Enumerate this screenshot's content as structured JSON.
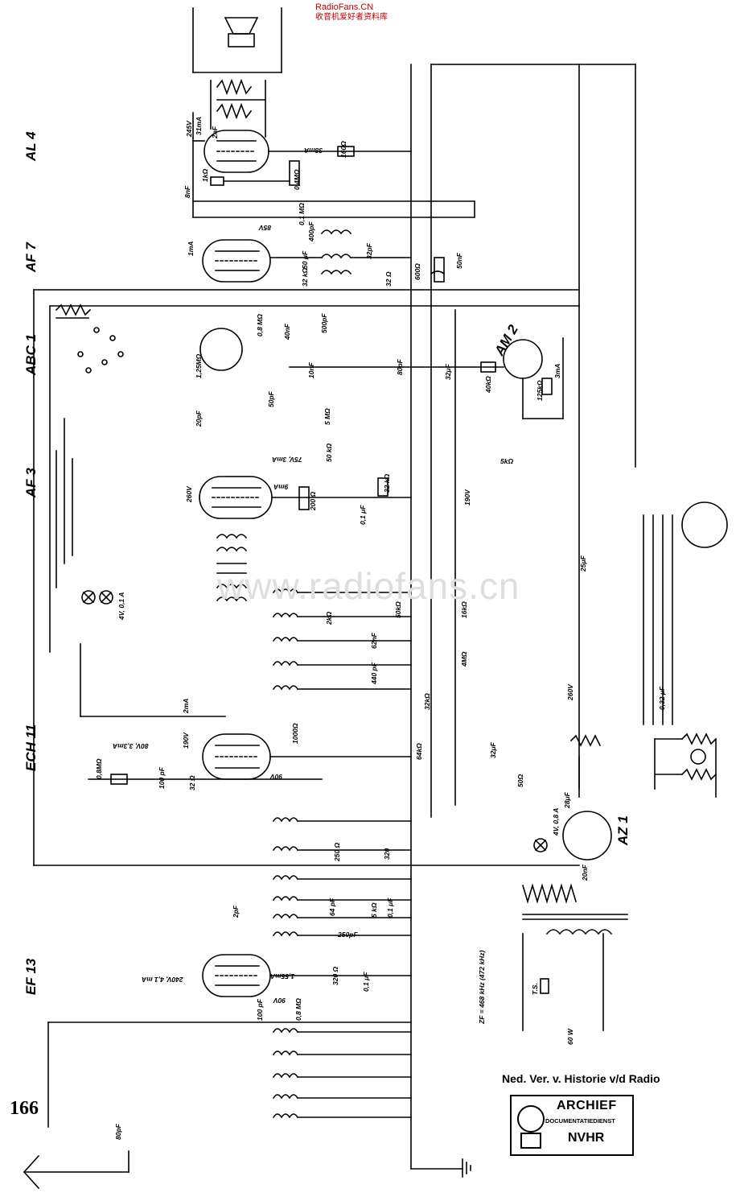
{
  "watermark_top": {
    "site": "RadioFans.CN",
    "caption": "收音机爱好者资料库"
  },
  "watermark_center": "www.radiofans.cn",
  "page_number": "166",
  "archive": {
    "title": "Ned. Ver. v. Historie v/d Radio",
    "stamp_line1": "ARCHIEF",
    "stamp_line2": "DOCUMENTATIEDIENST",
    "stamp_line3": "NVHR"
  },
  "tubes": [
    {
      "id": "al4",
      "label": "AL 4"
    },
    {
      "id": "af7",
      "label": "AF 7"
    },
    {
      "id": "abc1",
      "label": "ABC 1"
    },
    {
      "id": "af3",
      "label": "AF 3"
    },
    {
      "id": "ech11",
      "label": "ECH 11"
    },
    {
      "id": "ef13",
      "label": "EF 13"
    },
    {
      "id": "am2",
      "label": "AM 2"
    },
    {
      "id": "az1",
      "label": "AZ 1"
    }
  ],
  "component_values": {
    "r_160": "160Ω",
    "c_2nf": "2nF",
    "ma_31": "31mA",
    "v_245": "245V",
    "ma_38": "38mA",
    "r_04m": "0,4MΩ",
    "c_8nf": "8nF",
    "r_1k": "1kΩ",
    "v_85": "85V",
    "r_01m": "0,1 MΩ",
    "c_400": "400pF",
    "ma_1": "1mA",
    "r_600": "600Ω",
    "c_50nf": "50nF",
    "r_32": "32 Ω",
    "c_32pf": "32pF",
    "c_50uf": "50 μF",
    "r_32k": "32 kΩ",
    "c_500": "500pF",
    "r_08m": "0,8 MΩ",
    "c_40": "40nF",
    "r_125m": "1,25MΩ",
    "r_5m": "5 MΩ",
    "c_80": "80pF",
    "c_32uf": "32μF",
    "c_10": "10nF",
    "r_40k": "40kΩ",
    "r_125k": "125kΩ",
    "ma_3": "3mA",
    "c_50pf": "50pF",
    "c_20": "20pF",
    "r_50k": "50 kΩ",
    "v_75": "75V, 3mA",
    "r_5k": "5kΩ",
    "v_260": "260V",
    "ma_9": "9mA",
    "r_200": "200 Ω",
    "r_32k2": "32 kΩ",
    "c_01": "0,1 μF",
    "v_190": "190V",
    "c_25": "25μF",
    "lamp": "4V, 0,1 A",
    "r_2k": "2kΩ",
    "r_50k2": "50kΩ",
    "r_16k": "16kΩ",
    "c_62": "62nF",
    "r_4m": "4MΩ",
    "c_440": "440 pF",
    "r_32k3": "32kΩ",
    "v_260b": "260V",
    "c_032": "0,32 μF",
    "ma_2": "2mA",
    "v_80": "80V, 3,3mA",
    "r_1000": "1000Ω",
    "r_64k": "64kΩ",
    "r_08m2": "0,8MΩ",
    "c_100": "100 pF",
    "r_32b": "32 Ω",
    "v_90": "90V",
    "r_50": "50Ω",
    "c_32uf2": "32μF",
    "c_28": "28μF",
    "lamp2": "4V, 0,8 A",
    "c_20nf": "20nF",
    "r_250": "250 Ω",
    "r_320": "320",
    "c_2pf": "2pF",
    "c_64": "64 pF",
    "r_5k2": "5 kΩ",
    "c_01b": "0,1 μF",
    "c_250": "250pF",
    "zf": "ZF = 468 kHz (472 kHz)",
    "v_240": "240V, 4,1 mA",
    "ma_155": "1,55mA",
    "r_320b": "320 Ω",
    "c_01c": "0,1 μF",
    "v_90b": "90V",
    "r_08m3": "0,8 MΩ",
    "c_100b": "100 pF",
    "c_80b": "80pF",
    "ts": "T.S.",
    "w60": "60 W",
    "v_190b": "190V"
  }
}
